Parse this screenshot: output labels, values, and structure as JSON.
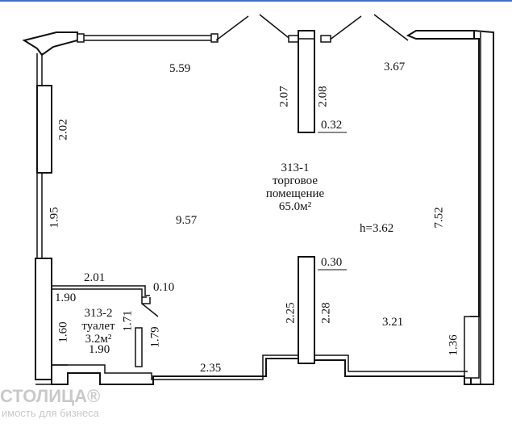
{
  "rooms": {
    "main": {
      "id": "313-1",
      "name_line1": "торговое",
      "name_line2": "помещение",
      "area": "65.0м²",
      "height": "h=3.62"
    },
    "toilet": {
      "id": "313-2",
      "name": "туалет",
      "area": "3.2м²"
    }
  },
  "dimensions": {
    "top_left": "5.59",
    "top_right": "3.67",
    "col_top_left": "2.07",
    "col_top_right": "2.08",
    "col_top_width": "0.32",
    "left_wall_upper": "2.02",
    "left_wall_mid": "1.95",
    "center_width": "9.57",
    "right_wall": "7.52",
    "col_bottom_width": "0.30",
    "col_bottom_left": "2.25",
    "col_bottom_right": "2.28",
    "bottom_right": "3.21",
    "right_niche": "1.36",
    "toilet_top": "2.01",
    "toilet_offset": "0.10",
    "toilet_left_upper": "1.90",
    "toilet_right": "1.71",
    "toilet_left": "1.60",
    "toilet_door": "1.79",
    "toilet_bottom": "1.90",
    "bottom_mid": "2.35"
  },
  "watermark": {
    "brand": "СТОЛИЦА®",
    "tagline": "имость для бизнеса"
  }
}
